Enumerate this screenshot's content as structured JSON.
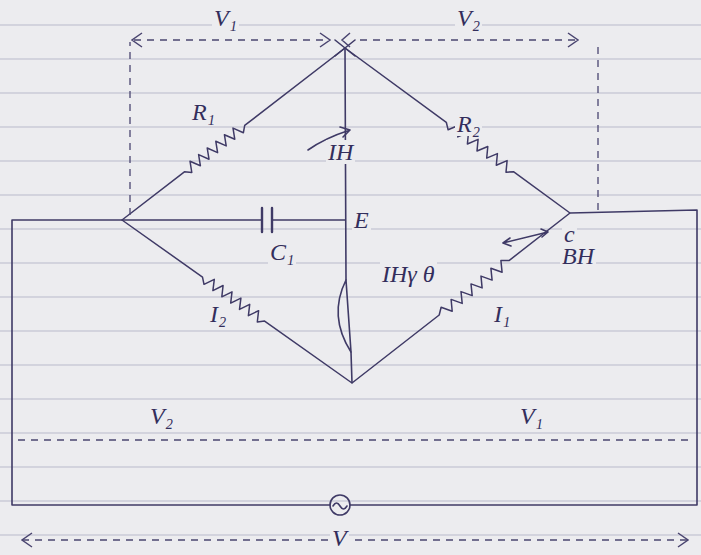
{
  "diagram": {
    "labels": [
      "V₁",
      "V₂",
      "R₁",
      "R₂",
      "IH",
      "E",
      "C₁",
      "IHγ θ",
      "c",
      "BH",
      "I₂",
      "I₁",
      "V₂",
      "V₁",
      "V"
    ]
  }
}
